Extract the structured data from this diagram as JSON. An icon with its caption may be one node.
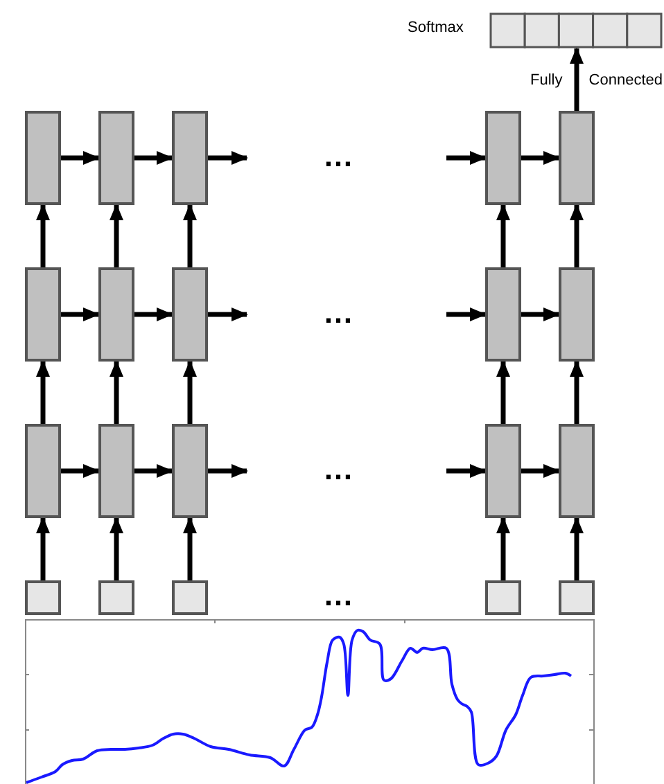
{
  "diagram": {
    "nodes": [
      {
        "text": [
          "Softmax"
        ]
      },
      {
        "text": [],
        "shape": "box"
      },
      {
        "text": [],
        "shape": "box"
      },
      {
        "text": [],
        "shape": "box"
      },
      {
        "text": [],
        "shape": "box"
      },
      {
        "text": [],
        "shape": "box"
      },
      {
        "text": [],
        "shape": "box"
      },
      {
        "text": [],
        "shape": "box"
      },
      {
        "text": [],
        "shape": "box"
      },
      {
        "text": [],
        "shape": "box"
      },
      {
        "text": [],
        "shape": "box"
      },
      {
        "text": [],
        "shape": "box"
      },
      {
        "text": [],
        "shape": "box"
      },
      {
        "text": [],
        "shape": "box"
      },
      {
        "text": [],
        "shape": "box"
      },
      {
        "text": [],
        "shape": "box"
      },
      {
        "text": [],
        "shape": "box"
      },
      {
        "text": [],
        "shape": "box"
      },
      {
        "text": [],
        "shape": "box"
      },
      {
        "text": [],
        "shape": "box"
      },
      {
        "text": [],
        "shape": "box"
      }
    ],
    "edges": [
      {
        "from": 1,
        "to": 2,
        "arrow": "to"
      },
      {
        "from": 2,
        "to": 3,
        "arrow": "to"
      },
      {
        "from": 3,
        "to": null,
        "arrow": "to"
      },
      {
        "from": null,
        "to": 4,
        "arrow": "to"
      },
      {
        "from": 4,
        "to": 5,
        "arrow": "to"
      },
      {
        "from": 6,
        "to": 7,
        "arrow": "to"
      },
      {
        "from": 7,
        "to": 8,
        "arrow": "to"
      },
      {
        "from": 8,
        "to": null,
        "arrow": "to"
      },
      {
        "from": null,
        "to": 9,
        "arrow": "to"
      },
      {
        "from": 9,
        "to": 10,
        "arrow": "to"
      },
      {
        "from": 11,
        "to": 12,
        "arrow": "to"
      },
      {
        "from": 12,
        "to": 13,
        "arrow": "to"
      },
      {
        "from": 13,
        "to": null,
        "arrow": "to"
      },
      {
        "from": null,
        "to": 14,
        "arrow": "to"
      },
      {
        "from": 14,
        "to": 15,
        "arrow": "to"
      },
      {
        "from": 16,
        "to": 11,
        "arrow": "to"
      },
      {
        "from": 17,
        "to": 12,
        "arrow": "to"
      },
      {
        "from": 18,
        "to": 13,
        "arrow": "to"
      },
      {
        "from": 19,
        "to": 14,
        "arrow": "to"
      },
      {
        "from": 20,
        "to": 15,
        "arrow": "to"
      },
      {
        "from": 11,
        "to": 6,
        "arrow": "to"
      },
      {
        "from": 12,
        "to": 7,
        "arrow": "to"
      },
      {
        "from": 13,
        "to": 8,
        "arrow": "to"
      },
      {
        "from": 14,
        "to": 9,
        "arrow": "to"
      },
      {
        "from": 15,
        "to": 10,
        "arrow": "to"
      },
      {
        "from": 6,
        "to": 1,
        "arrow": "to"
      },
      {
        "from": 7,
        "to": 2,
        "arrow": "to"
      },
      {
        "from": 8,
        "to": 3,
        "arrow": "to"
      },
      {
        "from": 9,
        "to": 4,
        "arrow": "to"
      },
      {
        "from": 10,
        "to": 5,
        "arrow": "to"
      },
      {
        "from": 5,
        "to": 0,
        "arrow": "to",
        "label": "Fully Connected"
      }
    ],
    "labels": [
      "…",
      "…",
      "…",
      "…"
    ]
  }
}
